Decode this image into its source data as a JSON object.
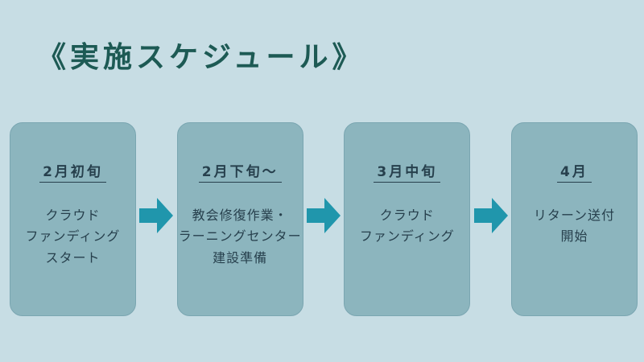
{
  "title": "《実施スケジュール》",
  "colors": {
    "background": "#c7dde4",
    "box_fill": "#8cb5be",
    "box_border": "#7aa6b1",
    "arrow": "#2096ac",
    "title_text": "#1d5a54",
    "box_text": "#27404d"
  },
  "steps": [
    {
      "period": "2月初旬",
      "description": "クラウド\nファンディング\nスタート"
    },
    {
      "period": "2月下旬～",
      "description": "教会修復作業・\nラーニングセンター\n建設準備"
    },
    {
      "period": "3月中旬",
      "description": "クラウド\nファンディング"
    },
    {
      "period": "4月",
      "description": "リターン送付\n開始"
    }
  ]
}
